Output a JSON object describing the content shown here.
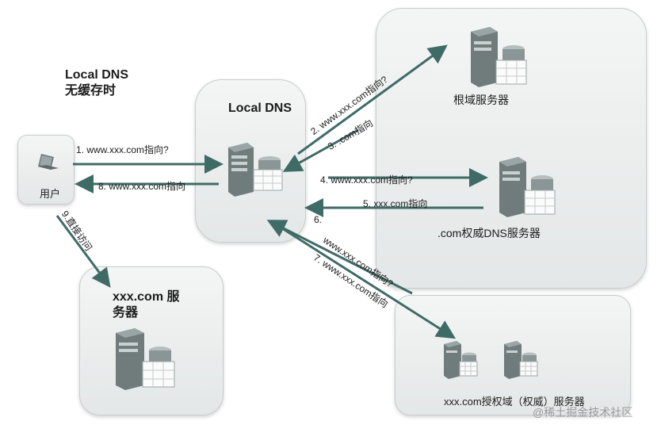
{
  "cache_note": {
    "line1": "Local DNS",
    "line2": "无缓存时"
  },
  "nodes": {
    "user": "用户",
    "local_dns": "Local DNS",
    "root": "根域服务器",
    "com_tld": ".com权威DNS服务器",
    "target_line1": "xxx.com 服",
    "target_line2": "务器",
    "authoritative": "xxx.com授权域（权威）服务器"
  },
  "steps": {
    "s1": "1.  www.xxx.com指向?",
    "s8": "8.  www.xxx.com指向",
    "s2": "2.  www.xxx.com指向?",
    "s3": "3.   .com指向",
    "s4": "4.  www.xxx.com指向?",
    "s5": "5.  xxx.com指向",
    "s6": "6.",
    "s6b": "www.xxx.com指向?",
    "s7": "7.  www.xxx.com指向",
    "s9": "9.直接访问"
  },
  "watermark": "@稀土掘金技术社区",
  "colors": {
    "arrow": "#3f6b66",
    "panel": "#e8eaea",
    "server": "#6f7c7b"
  }
}
